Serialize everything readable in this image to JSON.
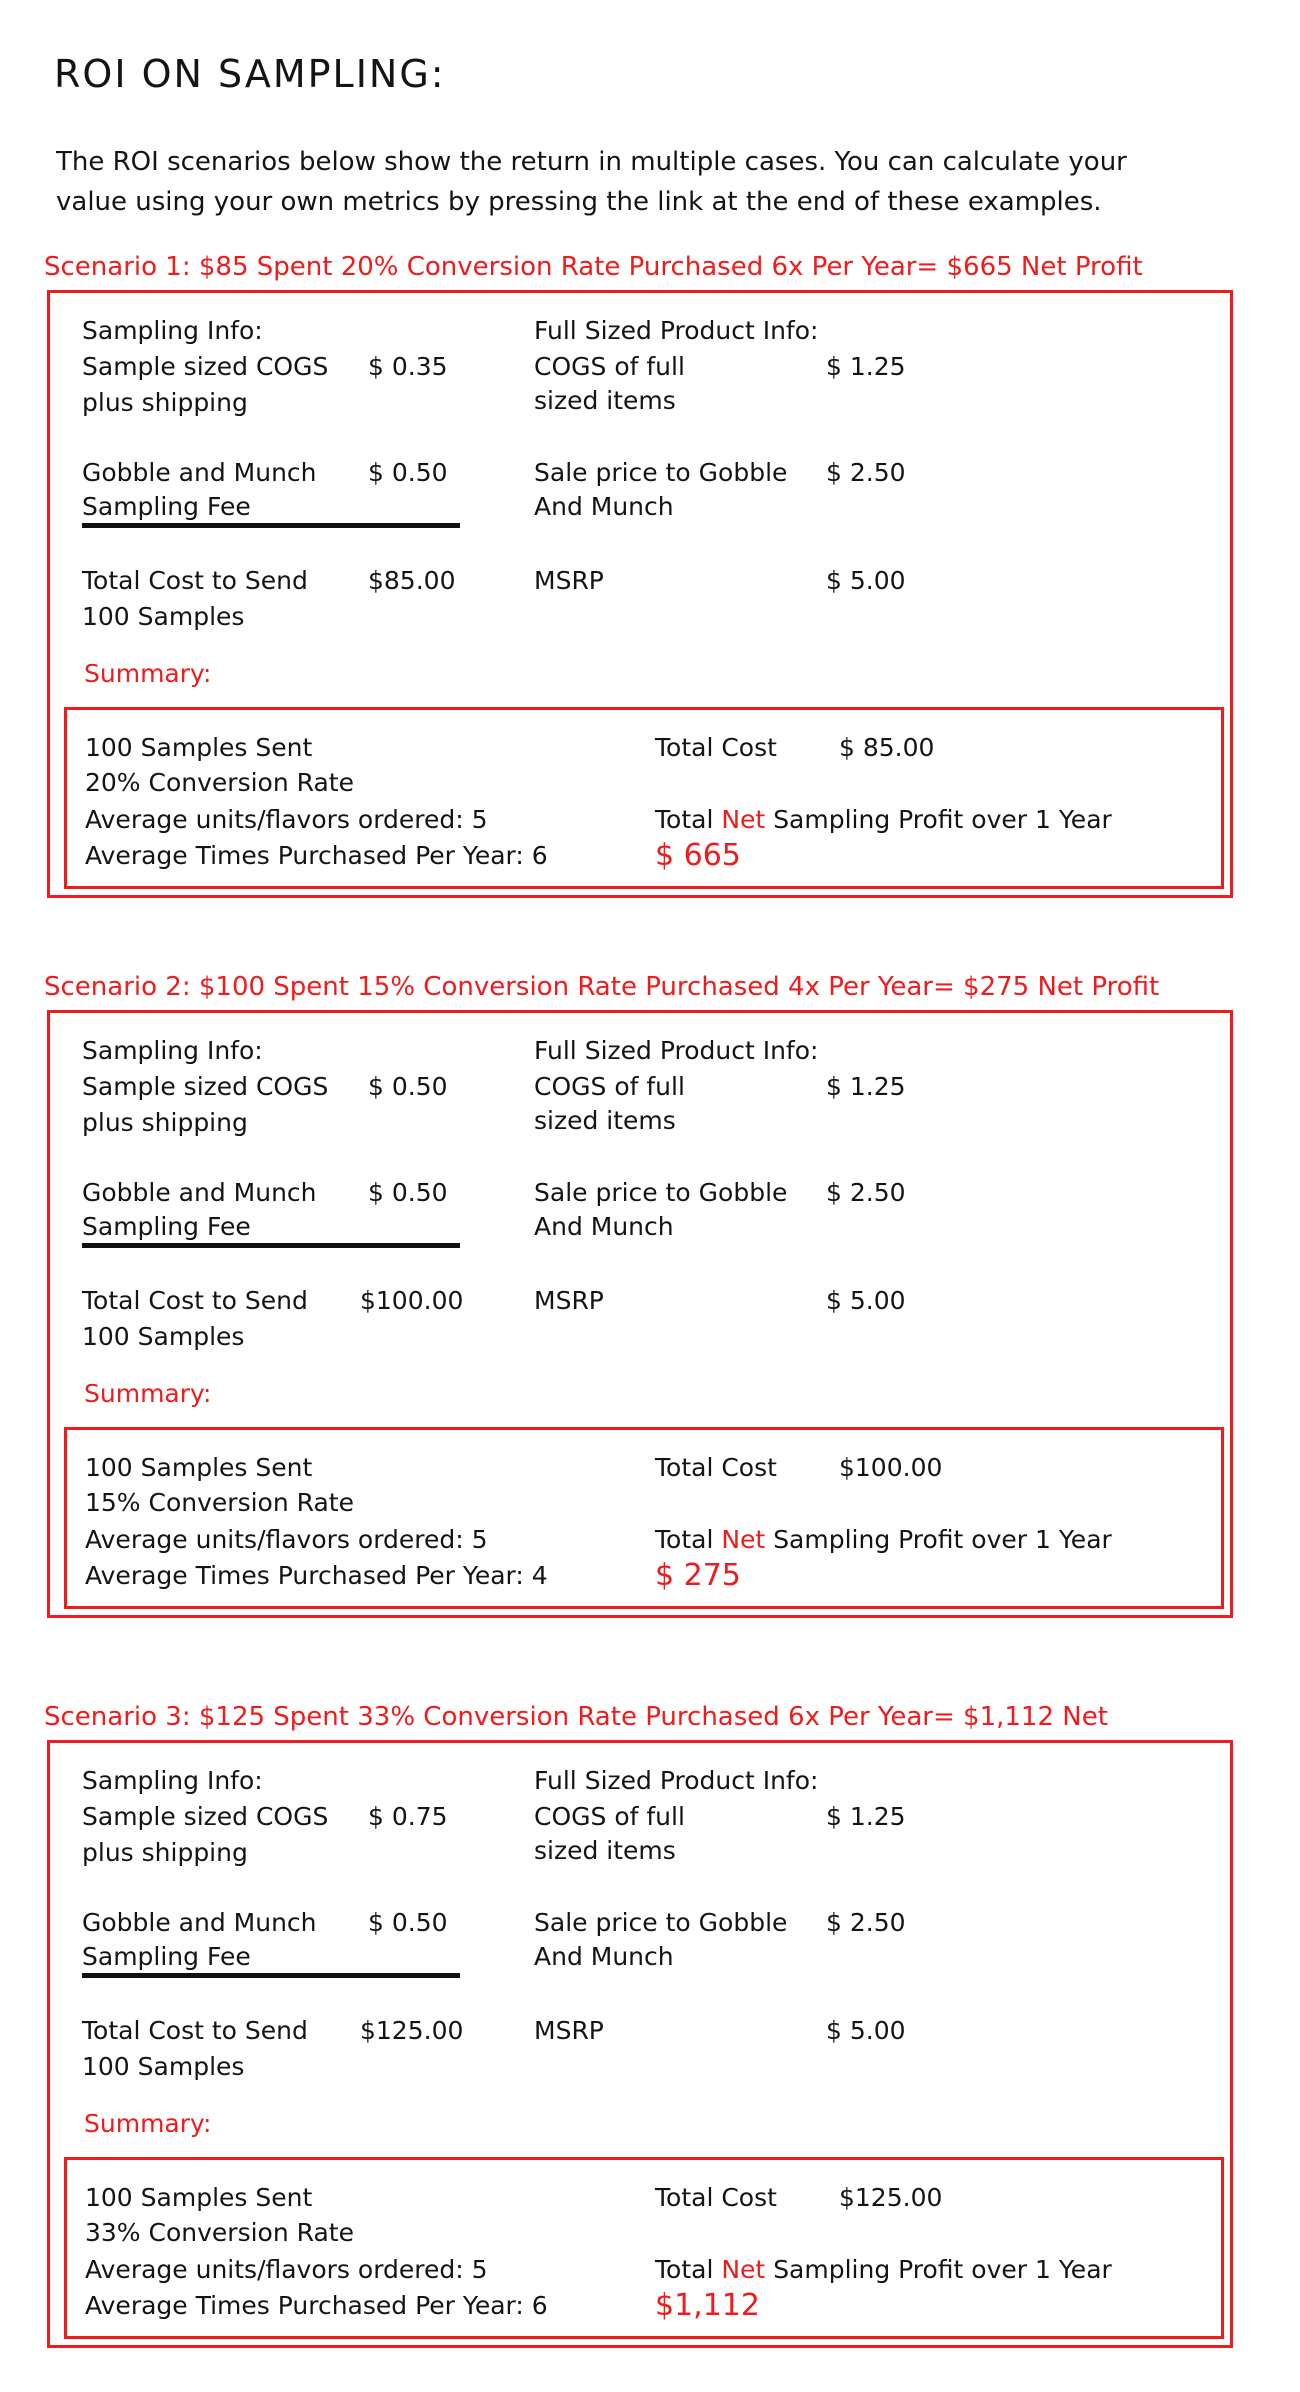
{
  "page": {
    "title": "ROI ON SAMPLING:",
    "intro_line1": "The ROI scenarios below show the return in multiple cases.  You can calculate your",
    "intro_line2": "value using your own metrics by pressing the link at the end of these examples."
  },
  "colors": {
    "accent": "#ee1c1c",
    "text": "#141414"
  },
  "scenarios": [
    {
      "heading": "Scenario 1: $85 Spent  20% Conversion Rate   Purchased 6x Per Year= $665 Net Profit",
      "sampling_info_label": "Sampling Info:",
      "sample_cogs_label": "Sample sized COGS",
      "sample_cogs_value": "$ 0.35",
      "plus_shipping_label": "plus shipping",
      "fee_label_line1": "Gobble and Munch",
      "fee_value": "$ 0.50",
      "fee_label_line2": "Sampling Fee",
      "total_cost_send_label": "Total Cost to Send",
      "total_cost_send_value": "$85.00",
      "samples_label": "100 Samples",
      "full_info_label": "Full Sized Product Info:",
      "full_cogs_label_line1": "COGS of full",
      "full_cogs_value": "$ 1.25",
      "full_cogs_label_line2": "sized items",
      "sale_price_label_line1": "Sale price to Gobble",
      "sale_price_value": "$ 2.50",
      "sale_price_label_line2": "And Munch",
      "msrp_label": "MSRP",
      "msrp_value": "$ 5.00",
      "summary_label": "Summary:",
      "summary": {
        "samples_sent": "100 Samples Sent",
        "conversion_rate": "20% Conversion Rate",
        "avg_units": "Average units/flavors ordered: 5",
        "avg_times": "Average Times Purchased Per Year: 6",
        "total_cost_label": "Total Cost",
        "total_cost_value": "$ 85.00",
        "profit_label_pre": "Total",
        "profit_label_net": "Net",
        "profit_label_post": "Sampling Profit over 1 Year",
        "profit_value": "$ 665"
      }
    },
    {
      "heading": "Scenario 2: $100 Spent   15% Conversion Rate   Purchased 4x Per Year= $275 Net Profit",
      "sampling_info_label": "Sampling Info:",
      "sample_cogs_label": "Sample sized COGS",
      "sample_cogs_value": "$ 0.50",
      "plus_shipping_label": "plus shipping",
      "fee_label_line1": "Gobble and Munch",
      "fee_value": "$ 0.50",
      "fee_label_line2": "Sampling Fee",
      "total_cost_send_label": "Total Cost to Send",
      "total_cost_send_value": "$100.00",
      "samples_label": "100 Samples",
      "full_info_label": "Full Sized Product Info:",
      "full_cogs_label_line1": "COGS of full",
      "full_cogs_value": "$ 1.25",
      "full_cogs_label_line2": "sized items",
      "sale_price_label_line1": "Sale price to Gobble",
      "sale_price_value": "$ 2.50",
      "sale_price_label_line2": "And Munch",
      "msrp_label": "MSRP",
      "msrp_value": "$ 5.00",
      "summary_label": "Summary:",
      "summary": {
        "samples_sent": "100 Samples Sent",
        "conversion_rate": "15% Conversion Rate",
        "avg_units": "Average units/flavors ordered: 5",
        "avg_times": "Average Times Purchased Per Year: 4",
        "total_cost_label": "Total Cost",
        "total_cost_value": "$100.00",
        "profit_label_pre": "Total",
        "profit_label_net": "Net",
        "profit_label_post": "Sampling Profit over 1 Year",
        "profit_value": "$ 275"
      }
    },
    {
      "heading": "Scenario 3: $125 Spent   33% Conversion Rate   Purchased 6x Per Year= $1,112 Net",
      "sampling_info_label": "Sampling Info:",
      "sample_cogs_label": "Sample sized COGS",
      "sample_cogs_value": "$ 0.75",
      "plus_shipping_label": "plus shipping",
      "fee_label_line1": "Gobble and Munch",
      "fee_value": "$ 0.50",
      "fee_label_line2": "Sampling Fee",
      "total_cost_send_label": "Total Cost to Send",
      "total_cost_send_value": "$125.00",
      "samples_label": "100 Samples",
      "full_info_label": "Full Sized Product Info:",
      "full_cogs_label_line1": "COGS of full",
      "full_cogs_value": "$ 1.25",
      "full_cogs_label_line2": "sized items",
      "sale_price_label_line1": "Sale price to Gobble",
      "sale_price_value": "$ 2.50",
      "sale_price_label_line2": "And Munch",
      "msrp_label": "MSRP",
      "msrp_value": "$ 5.00",
      "summary_label": "Summary:",
      "summary": {
        "samples_sent": "100 Samples Sent",
        "conversion_rate": "33% Conversion Rate",
        "avg_units": "Average units/flavors ordered: 5",
        "avg_times": "Average Times Purchased Per Year: 6",
        "total_cost_label": "Total Cost",
        "total_cost_value": "$125.00",
        "profit_label_pre": "Total",
        "profit_label_net": "Net",
        "profit_label_post": "Sampling Profit over 1 Year",
        "profit_value": "$1,112"
      }
    }
  ]
}
